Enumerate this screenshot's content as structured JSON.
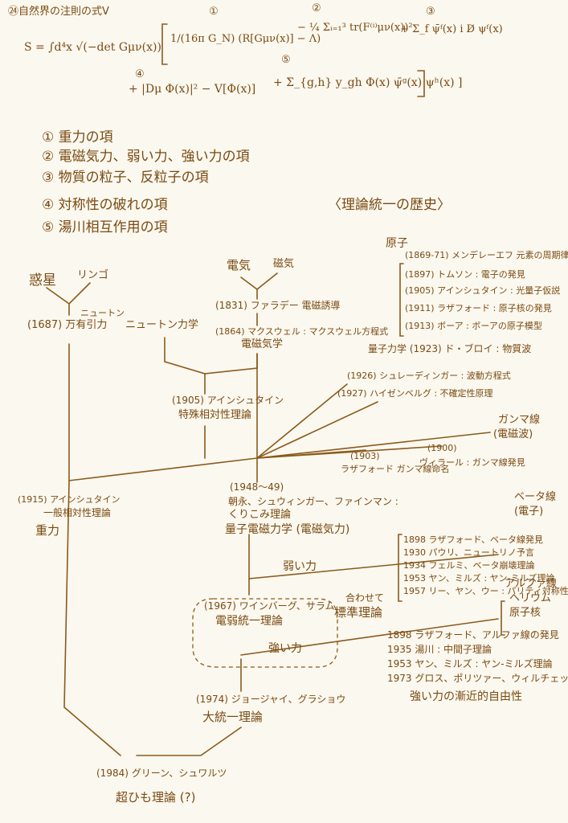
{
  "header": {
    "title": "㉔自然界の注則の式V"
  },
  "equation": {
    "lhs": "S = ∫d⁴x √(−det Gμν(x))",
    "markers": [
      "①",
      "②",
      "③",
      "④",
      "⑤"
    ],
    "term1": "1/(16π G_N) (R[Gμν(x)] − Λ)",
    "term2": "− ¼ Σᵢ₌₁³ tr(F⁽ⁱ⁾μν(x))²",
    "term3": "+ Σ_f ψ̄ᶠ(x) i D̸ ψᶠ(x)",
    "term4": "+ |Dμ Φ(x)|² − V[Φ(x)]",
    "term5": "+ Σ_{g,h} y_gh Φ(x) ψ̄ᵍ(x) ψʰ(x) ]"
  },
  "legend": [
    "① 重力の項",
    "② 電磁気力、弱い力、強い力の項",
    "③ 物質の粒子、反粒子の項",
    "④ 対称性の破れの項",
    "⑤ 湯川相互作用の項"
  ],
  "diagram": {
    "title": "〈理論統一の歴史〉",
    "planet": "惑星",
    "apple": "リンゴ",
    "newton_name": "ニュートン",
    "gravitation": "(1687) 万有引力",
    "newton_mech": "ニュートン力学",
    "electric": "電気",
    "magnetic": "磁気",
    "faraday": "(1831) ファラデー 電磁誘導",
    "maxwell": "(1864) マクスウェル : マクスウェル方程式",
    "electromag": "電磁気学",
    "atom": "原子",
    "atom_events": [
      "(1869-71) メンデレーエフ 元素の周期律表",
      "(1897) トムソン : 電子の発見",
      "(1905) アインシュタイン : 光量子仮説",
      "(1911) ラザフォード : 原子核の発見",
      "(1913) ボーア : ボーアの原子模型"
    ],
    "quantum": "量子力学 (1923) ド・ブロイ : 物質波",
    "schrodinger": "(1926) シュレーディンガー : 波動方程式",
    "heisenberg": "(1927) ハイゼンベルグ : 不確定性原理",
    "special_rel_year": "(1905) アインシュタイン",
    "special_rel": "特殊相対性理論",
    "gamma_title": "ガンマ線",
    "gamma_sub": "(電磁波)",
    "rutherford_gamma_year": "(1903)",
    "rutherford_gamma": "ラザフォード ガンマ線命名",
    "villard_year": "(1900)",
    "villard": "ヴィラール : ガンマ線発見",
    "general_rel_year": "(1915) アインシュタイン",
    "general_rel": "一般相対性理論",
    "gravity": "重力",
    "qed_year": "(1948〜49)",
    "qed_names": "朝永、シュウィンガー、ファインマン :",
    "qed_renorm": "くりこみ理論",
    "qed": "量子電磁力学 (電磁気力)",
    "beta_title": "ベータ線",
    "beta_sub": "(電子)",
    "weak_events": [
      "1898 ラザフォード、ベータ線発見",
      "1930 パウリ、ニュートリノ予言",
      "1934 フェルミ、ベータ崩壊理論",
      "1953 ヤン、ミルズ : ヤン-ミルズ理論",
      "1957 リー、ヤン、ウー : パリティ対称性の破れ"
    ],
    "weak_force": "弱い力",
    "electroweak_year": "(1967) ワインバーグ、サラム",
    "electroweak": "電弱統一理論",
    "standard_model_1": "合わせて",
    "standard_model_2": "標準理論",
    "alpha_title": "アルファ線",
    "alpha_sub_1": "ヘリウム",
    "alpha_sub_2": "原子核",
    "strong_events": [
      "1898 ラザフォード、アルファ線の発見",
      "1935 湯川 : 中間子理論",
      "1953 ヤン、ミルズ : ヤン-ミルズ理論",
      "1973 グロス、ポリツァー、ウィルチェック"
    ],
    "asymptotic": "強い力の漸近的自由性",
    "strong_force": "強い力",
    "gut_year": "(1974) ジョージャイ、グラショウ",
    "gut": "大統一理論",
    "string_year": "(1984) グリーン、シュワルツ",
    "string": "超ひも理論 (?)"
  }
}
